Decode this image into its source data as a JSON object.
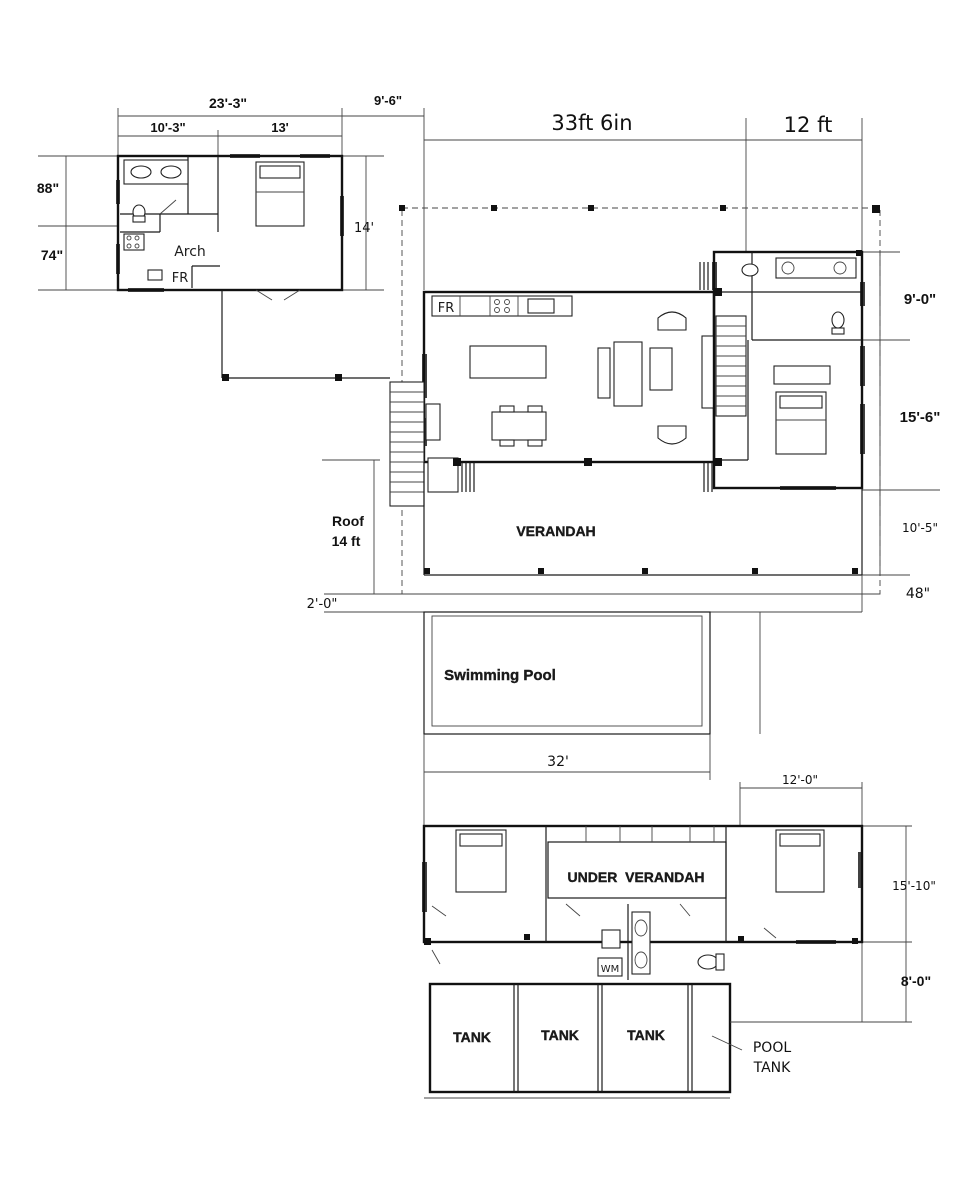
{
  "dimensions": {
    "guest_total_width": "23'-3\"",
    "guest_left_width": "10'-3\"",
    "guest_right_width": "13'",
    "guest_gap": "9'-6\"",
    "guest_depth_top": "88\"",
    "guest_depth_bottom": "74\"",
    "guest_room_depth": "14'",
    "main_width": "33ft 6in",
    "main_right_width": "12 ft",
    "main_upper_depth": "9'-0\"",
    "main_bedroom_depth": "15'-6\"",
    "verandah_depth": "10'-5\"",
    "overhang_left": "2'-0\"",
    "overhang_right": "48\"",
    "roof_line1": "Roof",
    "roof_line2": "14 ft",
    "pool_width": "32'",
    "lower_right_width": "12'-0\"",
    "lower_room_depth": "15'-10\"",
    "lower_service_depth": "8'-0\""
  },
  "rooms": {
    "arch": "Arch",
    "fr_guest": "FR",
    "fr_main": "FR",
    "verandah": "VERANDAH",
    "pool": "Swimming Pool",
    "under_verandah": "UNDER  VERANDAH",
    "wm": "WM",
    "tank1": "TANK",
    "tank2": "TANK",
    "tank3": "TANK",
    "pool_tank_line1": "POOL",
    "pool_tank_line2": "TANK"
  }
}
